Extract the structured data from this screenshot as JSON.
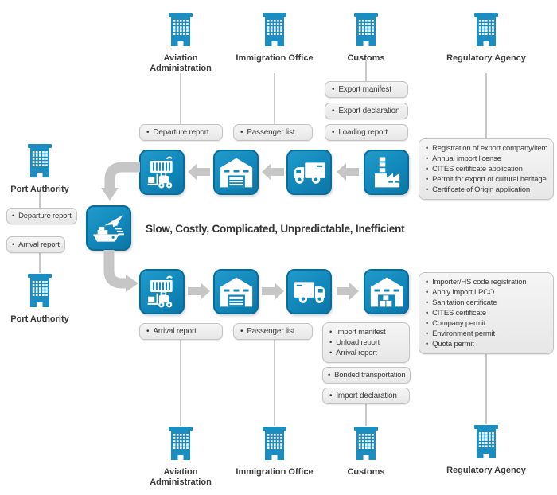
{
  "headline": "Slow, Costly, Complicated, Unpredictable, Inefficient",
  "agencies": [
    "Aviation Administration",
    "Immigration Office",
    "Customs",
    "Regulatory Agency"
  ],
  "port_authority": "Port Authority",
  "docs": {
    "departure_report_top": "Departure report",
    "passenger_list_top": "Passenger list",
    "export_docs": [
      "Export manifest",
      "Export declaration",
      "Loading report"
    ],
    "export_permits": [
      "Registration of export company/item",
      "Annual import license",
      "CITES certificate application",
      "Permit for export of cultural heritage",
      "Certificate of Origin application"
    ],
    "port_departure_report": "Departure report",
    "port_arrival_report": "Arrival report",
    "arrival_report_bottom": "Arrival report",
    "passenger_list_bottom": "Passenger list",
    "import_arrival_docs": [
      "Import manifest",
      "Unload report",
      "Arrival report"
    ],
    "bonded_transportation": "Bonded transportation",
    "import_declaration": "Import declaration",
    "import_permits": [
      "Importer/HS code registration",
      "Apply import LPCO",
      "Sanitation certificate",
      "CITES certificate",
      "Company permit",
      "Environment permit",
      "Quota permit"
    ]
  },
  "icons": {
    "agency": "building",
    "center": "ship-plane",
    "top_flow": [
      "container-crane",
      "warehouse",
      "truck",
      "factory"
    ],
    "bottom_flow": [
      "container-crane",
      "warehouse",
      "truck",
      "warehouse-storage"
    ]
  },
  "colors": {
    "icon_blue": "#1287ba",
    "icon_blue_dark": "#0a6c9a",
    "arrow_gray": "#c6c6c6",
    "box_border": "#c3c3c3",
    "text": "#3b3b3b"
  }
}
